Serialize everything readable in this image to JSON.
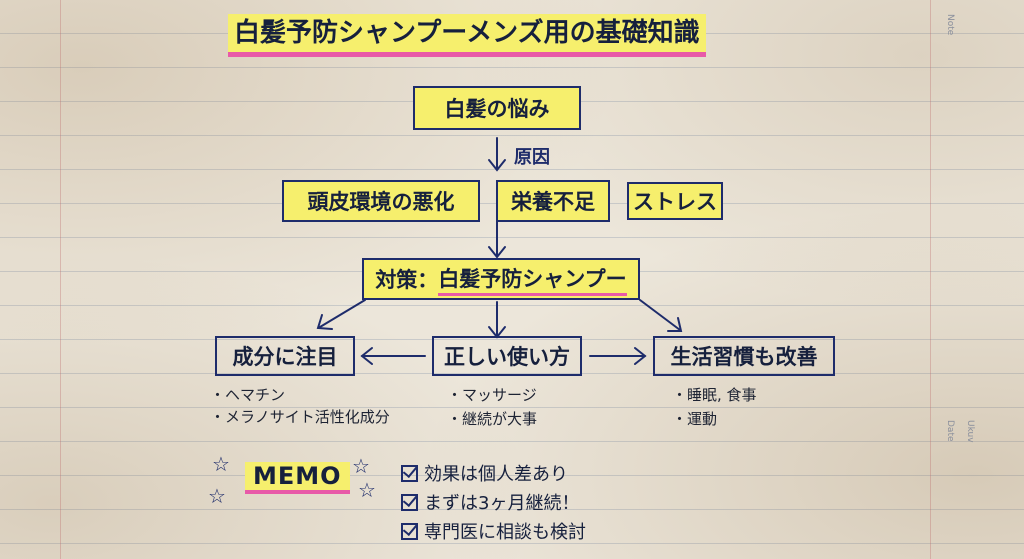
{
  "title": "白髪予防シャンプーメンズ用の基礎知識",
  "side": {
    "note": "Note",
    "date": "Date",
    "ukuv": "Ukuv"
  },
  "root": "白髪の悩み",
  "cause_label": "原因",
  "causes": [
    "頭皮環境の悪化",
    "栄養不足",
    "ストレス"
  ],
  "solution": {
    "prefix": "対策：",
    "main": "白髪予防シャンプー"
  },
  "branches": [
    {
      "label": "成分に注目",
      "items": [
        "・ヘマチン",
        "・メラノサイト活性化成分"
      ]
    },
    {
      "label": "正しい使い方",
      "items": [
        "・マッサージ",
        "・継続が大事"
      ]
    },
    {
      "label": "生活習慣も改善",
      "items": [
        "・睡眠, 食事",
        "・運動"
      ]
    }
  ],
  "memo": {
    "title": "MEMO",
    "items": [
      "効果は個人差あり",
      "まずは3ヶ月継続！",
      "専門医に相談も検討"
    ]
  }
}
